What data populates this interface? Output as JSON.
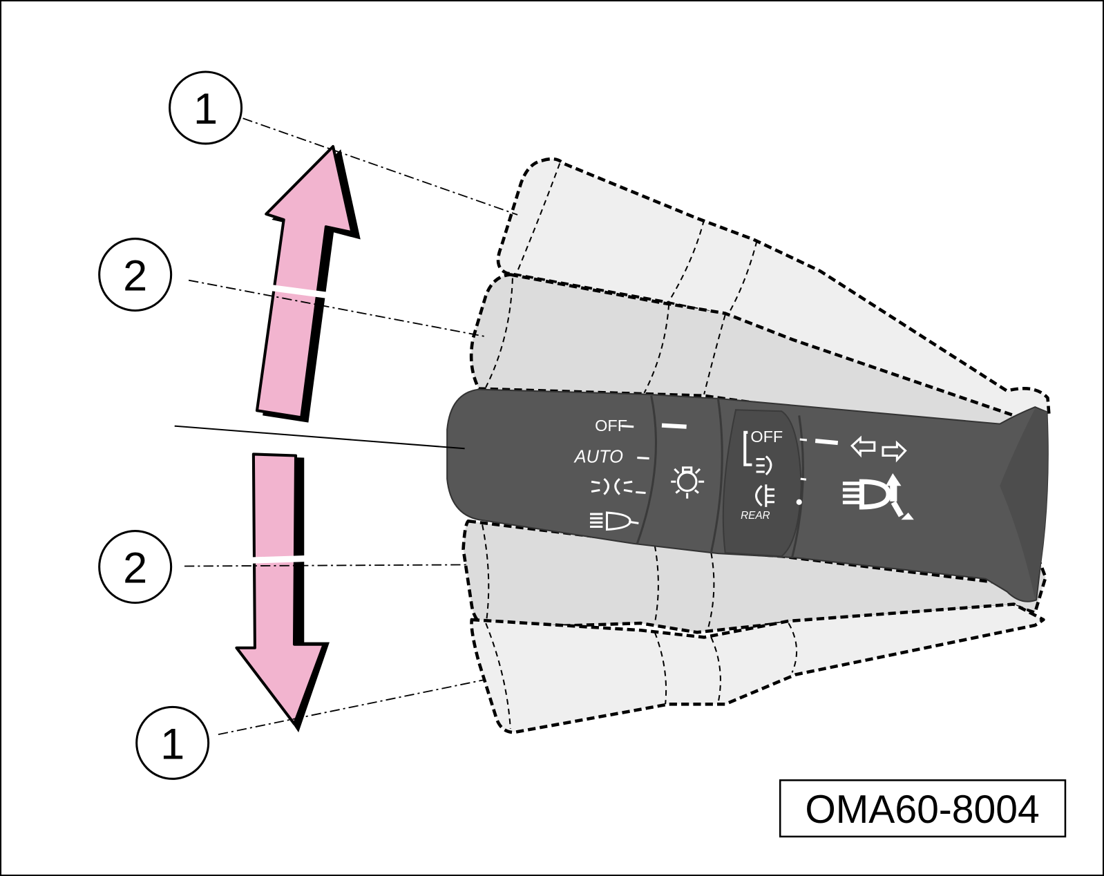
{
  "figure": {
    "id_label": "OMA60-8004",
    "callouts": [
      "1",
      "2",
      "2",
      "1"
    ],
    "colors": {
      "arrow": "#f2b4cf",
      "lever": "#5a5a5a",
      "ghost_outer": "#f0f0f0",
      "ghost_inner": "#dddddd"
    }
  },
  "lever": {
    "light_switch": {
      "off": "OFF",
      "auto": "AUTO"
    },
    "fog_switch": {
      "off": "OFF",
      "rear": "REAR"
    }
  }
}
